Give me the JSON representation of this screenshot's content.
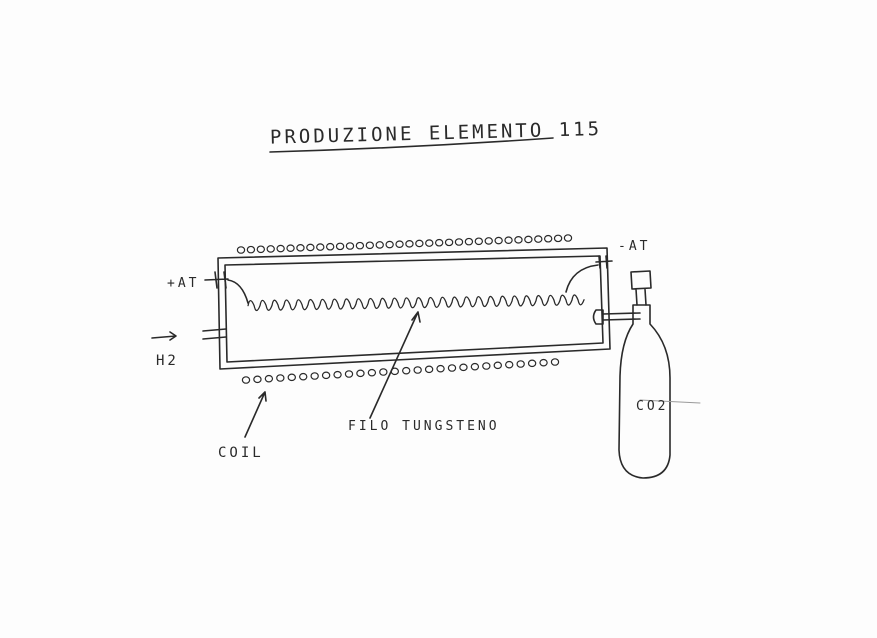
{
  "title": "PRODUZIONE ELEMENTO 115",
  "labels": {
    "plus_at": "+AT",
    "minus_at": "-AT",
    "h2": "H2",
    "co2": "CO2",
    "coil": "COIL",
    "filo": "FILO TUNGSTENO"
  },
  "colors": {
    "ink": "#2a2a2a",
    "paper": "#fdfdfd"
  }
}
